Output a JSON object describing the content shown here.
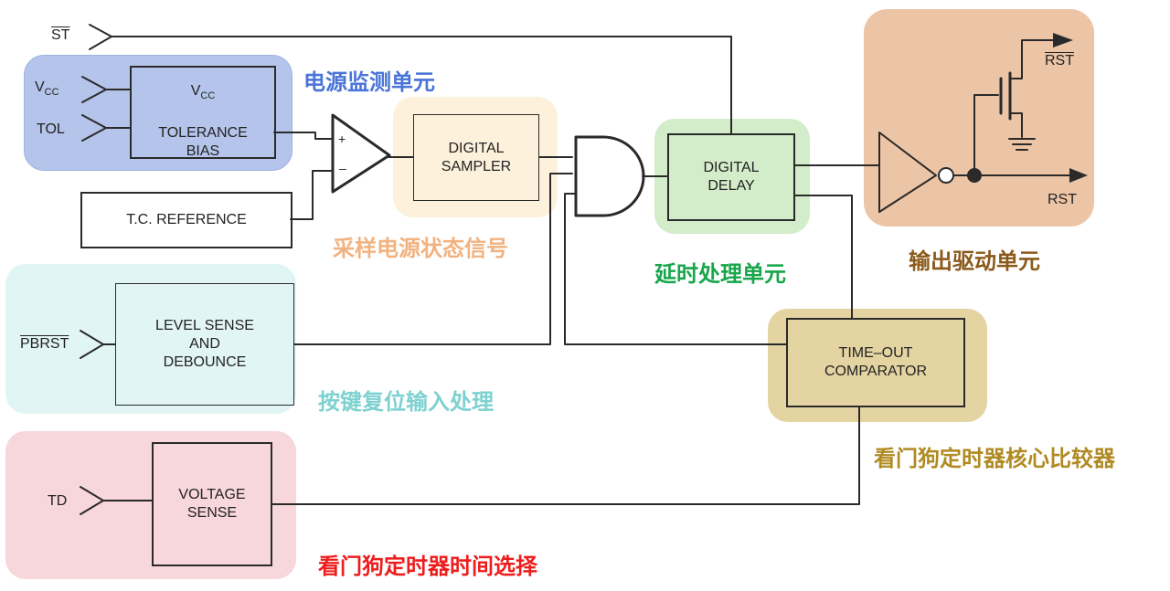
{
  "colors": {
    "power_region": "#b4c4ea",
    "sampler_region": "#fdf1dc",
    "delay_region": "#d3ecca",
    "output_region": "#ecc4a6",
    "button_region": "#e2f5f5",
    "comparator_region": "#e4d4a2",
    "timeout_region": "#f7d6dc",
    "caption_power": "#4a74d8",
    "caption_sampler": "#f2b27f",
    "caption_delay": "#17a64a",
    "caption_output": "#8a5a1a",
    "caption_button": "#7ed1d1",
    "caption_comparator": "#b08a22",
    "caption_timeout": "#ee1c1c"
  },
  "pins": {
    "st": "ST",
    "vcc": "V",
    "vcc_sub": "CC",
    "tol": "TOL",
    "pbrst": "PBRST",
    "td": "TD",
    "rst_bar": "RST",
    "rst": "RST"
  },
  "blocks": {
    "vcc_bias_prefix": "V",
    "vcc_bias_sub": "CC",
    "vcc_bias_rest": "TOLERANCE\nBIAS",
    "tc_reference": "T.C. REFERENCE",
    "digital_sampler": "DIGITAL\nSAMPLER",
    "digital_delay": "DIGITAL\nDELAY",
    "level_sense": "LEVEL SENSE\nAND\nDEBOUNCE",
    "timeout_comparator": "TIME–OUT\nCOMPARATOR",
    "voltage_sense": "VOLTAGE\nSENSE"
  },
  "comparator": {
    "plus": "+",
    "minus": "–"
  },
  "captions": {
    "power": "电源监测单元",
    "sampler": "采样电源状态信号",
    "delay": "延时处理单元",
    "output": "输出驱动单元",
    "button": "按键复位输入处理",
    "comparator": "看门狗定时器核心比较器",
    "timeout": "看门狗定时器时间选择"
  }
}
